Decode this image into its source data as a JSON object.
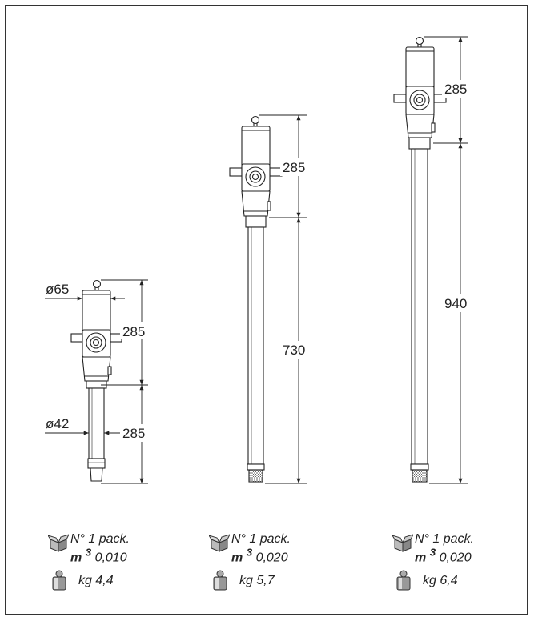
{
  "pumps": [
    {
      "dims": {
        "diameter_top": "ø65",
        "diameter_tube": "ø42",
        "upper": "285",
        "lower": "285"
      },
      "pack": {
        "label": "N° 1 pack.",
        "unit": "m",
        "exp": "3",
        "volume": "0,010"
      },
      "weight": "kg 4,4"
    },
    {
      "dims": {
        "upper": "285",
        "lower": "730"
      },
      "pack": {
        "label": "N° 1 pack.",
        "unit": "m",
        "exp": "3",
        "volume": "0,020"
      },
      "weight": "kg 5,7"
    },
    {
      "dims": {
        "upper": "285",
        "lower": "940"
      },
      "pack": {
        "label": "N° 1 pack.",
        "unit": "m",
        "exp": "3",
        "volume": "0,020"
      },
      "weight": "kg 6,4"
    }
  ],
  "icons": {
    "package": "package-icon",
    "weight": "weight-icon"
  }
}
